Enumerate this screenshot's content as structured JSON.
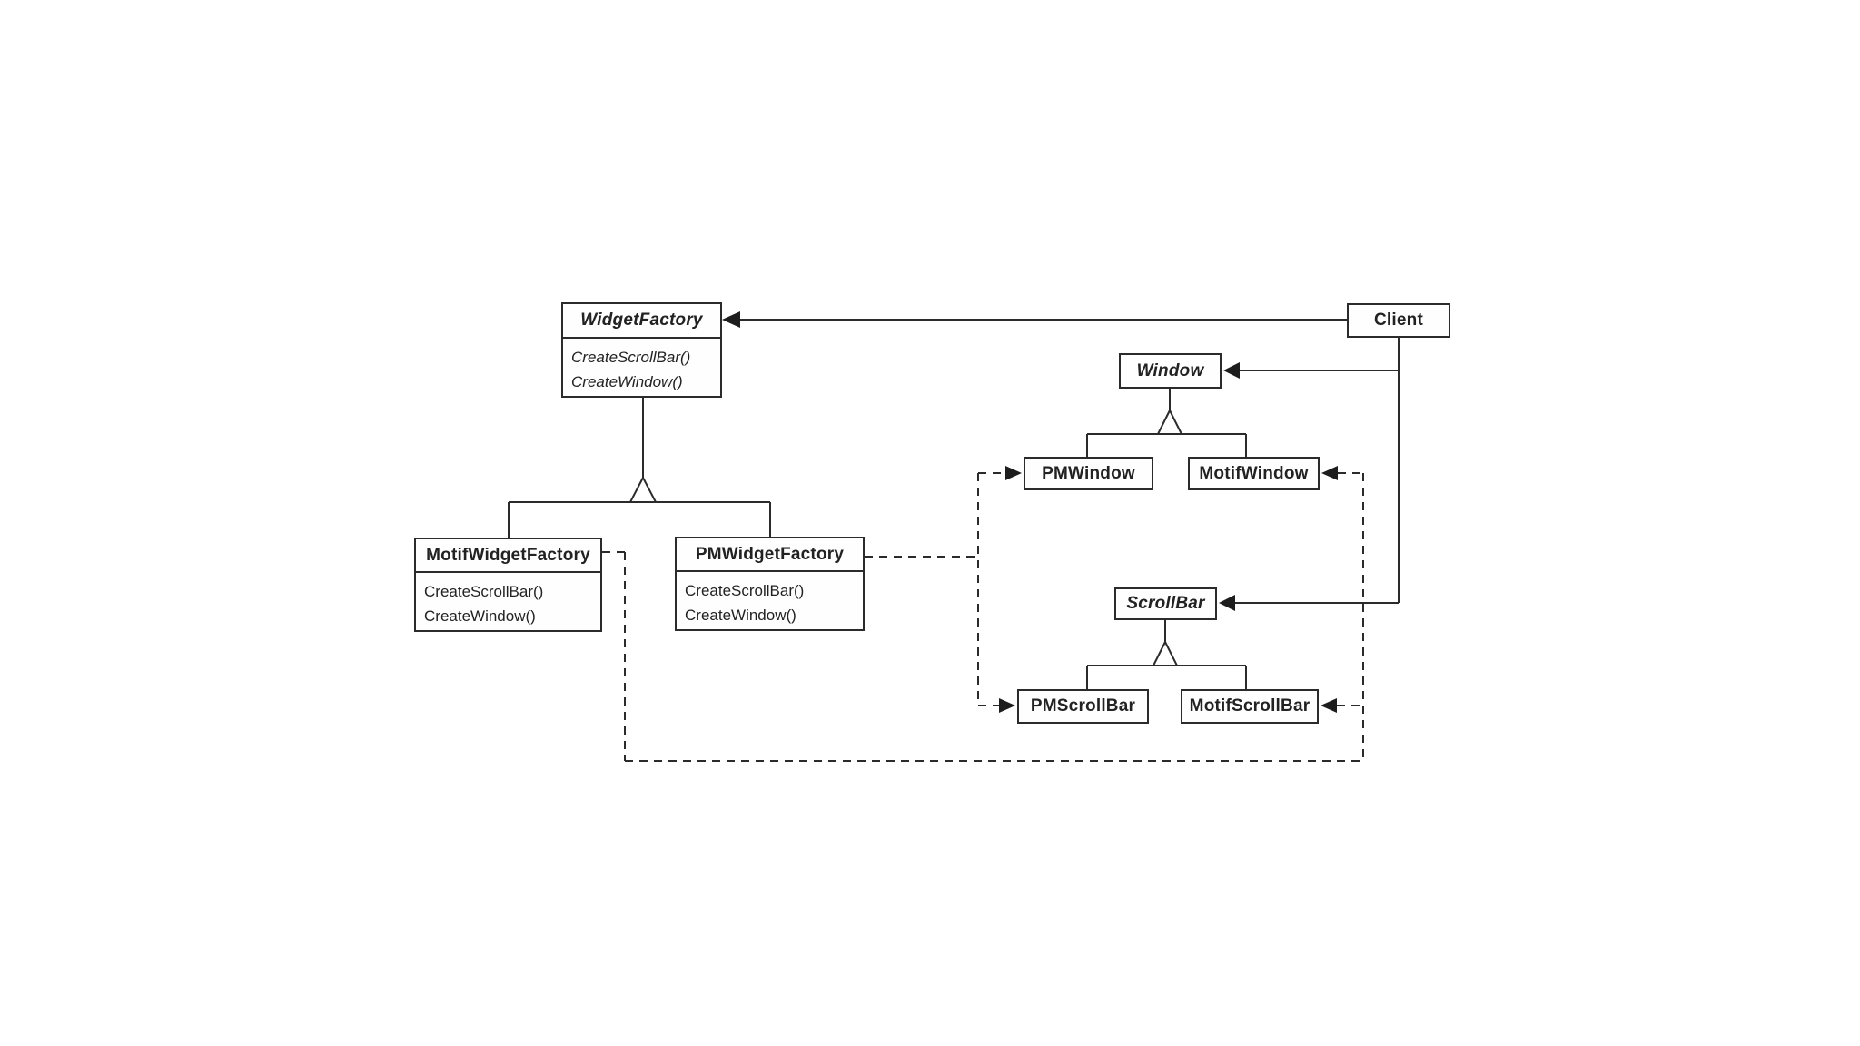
{
  "diagram_type": "uml-class-diagram",
  "classes": {
    "widget_factory": {
      "name": "WidgetFactory",
      "abstract": true,
      "methods": [
        "CreateScrollBar()",
        "CreateWindow()"
      ]
    },
    "client": {
      "name": "Client",
      "abstract": false
    },
    "window": {
      "name": "Window",
      "abstract": true
    },
    "pm_window": {
      "name": "PMWindow",
      "abstract": false
    },
    "motif_window": {
      "name": "MotifWindow",
      "abstract": false
    },
    "motif_widget_factory": {
      "name": "MotifWidgetFactory",
      "abstract": false,
      "methods": [
        "CreateScrollBar()",
        "CreateWindow()"
      ]
    },
    "pm_widget_factory": {
      "name": "PMWidgetFactory",
      "abstract": false,
      "methods": [
        "CreateScrollBar()",
        "CreateWindow()"
      ]
    },
    "scroll_bar": {
      "name": "ScrollBar",
      "abstract": true
    },
    "pm_scroll_bar": {
      "name": "PMScrollBar",
      "abstract": false
    },
    "motif_scroll_bar": {
      "name": "MotifScrollBar",
      "abstract": false
    }
  },
  "relations": [
    {
      "from": "Client",
      "to": "WidgetFactory",
      "type": "association",
      "style": "solid-filled-arrow"
    },
    {
      "from": "Client",
      "to": "Window",
      "type": "association",
      "style": "solid-filled-arrow"
    },
    {
      "from": "Client",
      "to": "ScrollBar",
      "type": "association",
      "style": "solid-filled-arrow"
    },
    {
      "from": "MotifWidgetFactory",
      "to": "WidgetFactory",
      "type": "inheritance",
      "style": "hollow-triangle"
    },
    {
      "from": "PMWidgetFactory",
      "to": "WidgetFactory",
      "type": "inheritance",
      "style": "hollow-triangle"
    },
    {
      "from": "PMWindow",
      "to": "Window",
      "type": "inheritance",
      "style": "hollow-triangle"
    },
    {
      "from": "MotifWindow",
      "to": "Window",
      "type": "inheritance",
      "style": "hollow-triangle"
    },
    {
      "from": "PMScrollBar",
      "to": "ScrollBar",
      "type": "inheritance",
      "style": "hollow-triangle"
    },
    {
      "from": "MotifScrollBar",
      "to": "ScrollBar",
      "type": "inheritance",
      "style": "hollow-triangle"
    },
    {
      "from": "PMWidgetFactory",
      "to": "PMWindow",
      "type": "creates",
      "style": "dashed-filled-arrow"
    },
    {
      "from": "PMWidgetFactory",
      "to": "PMScrollBar",
      "type": "creates",
      "style": "dashed-filled-arrow"
    },
    {
      "from": "MotifWidgetFactory",
      "to": "MotifWindow",
      "type": "creates",
      "style": "dashed-filled-arrow"
    },
    {
      "from": "MotifWidgetFactory",
      "to": "MotifScrollBar",
      "type": "creates",
      "style": "dashed-filled-arrow"
    }
  ],
  "colors": {
    "background": "#ffffff",
    "line": "#2b2b2b",
    "box_fill": "#fefefe",
    "text": "#222222"
  }
}
